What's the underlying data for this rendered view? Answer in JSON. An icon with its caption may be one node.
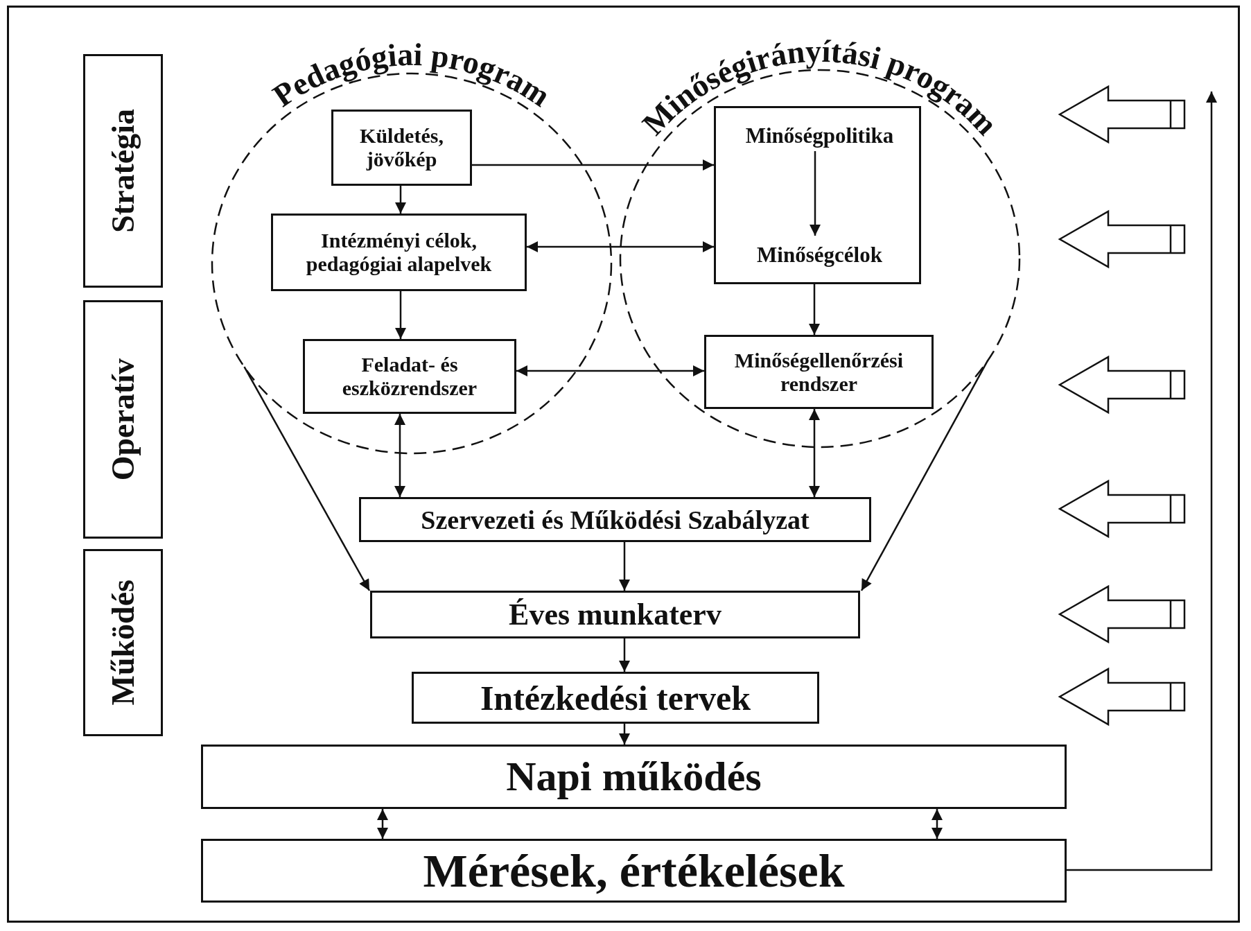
{
  "diagram": {
    "nodes": [
      {
        "text": [
          "Stratégia"
        ]
      },
      {
        "text": [
          "Operatív"
        ]
      },
      {
        "text": [
          "Működés"
        ]
      },
      {
        "text": [
          "Pedagógiai program"
        ]
      },
      {
        "text": [
          "Minőségirányítási program"
        ]
      },
      {
        "text": [
          "Küldetés, jövőkép"
        ],
        "in": 3
      },
      {
        "text": [
          "Intézményi célok, pedagógiai alapelvek"
        ],
        "in": 3
      },
      {
        "text": [
          "Feladat- és eszközrendszer"
        ],
        "in": 3
      },
      {
        "text": [],
        "shape": "box",
        "in": 4
      },
      {
        "text": [
          "Minőségpolitika"
        ],
        "in": 8
      },
      {
        "text": [
          "Minőségcélok"
        ],
        "in": 8
      },
      {
        "text": [
          "Minőségellenőrzési rendszer"
        ],
        "in": 4
      },
      {
        "text": [
          "Szervezeti és Működési Szabályzat"
        ]
      },
      {
        "text": [
          "Éves munkaterv"
        ]
      },
      {
        "text": [
          "Intézkedési tervek"
        ]
      },
      {
        "text": [
          "Napi működés"
        ]
      },
      {
        "text": [
          "Mérések, értékelések"
        ]
      }
    ],
    "edges": [
      {
        "from": 5,
        "to": 6,
        "arrow": "to"
      },
      {
        "from": 5,
        "to": 8,
        "arrow": "to"
      },
      {
        "from": 6,
        "to": 8,
        "arrow": "both"
      },
      {
        "from": 9,
        "to": 10,
        "arrow": "to"
      },
      {
        "from": 6,
        "to": 7,
        "arrow": "to"
      },
      {
        "from": 8,
        "to": 11,
        "arrow": "to"
      },
      {
        "from": 7,
        "to": 11,
        "arrow": "both"
      },
      {
        "from": 7,
        "to": 12,
        "arrow": "both"
      },
      {
        "from": 11,
        "to": 12,
        "arrow": "both"
      },
      {
        "from": 12,
        "to": 13,
        "arrow": "to"
      },
      {
        "from": 3,
        "to": 13,
        "arrow": "to"
      },
      {
        "from": 4,
        "to": 13,
        "arrow": "to"
      },
      {
        "from": 13,
        "to": 14,
        "arrow": "to"
      },
      {
        "from": 14,
        "to": 15,
        "arrow": "to"
      },
      {
        "from": 15,
        "to": 16,
        "arrow": "both"
      },
      {
        "from": 15,
        "to": 16,
        "arrow": "both"
      },
      {
        "from": 16,
        "to": null,
        "arrow": "to"
      }
    ]
  }
}
